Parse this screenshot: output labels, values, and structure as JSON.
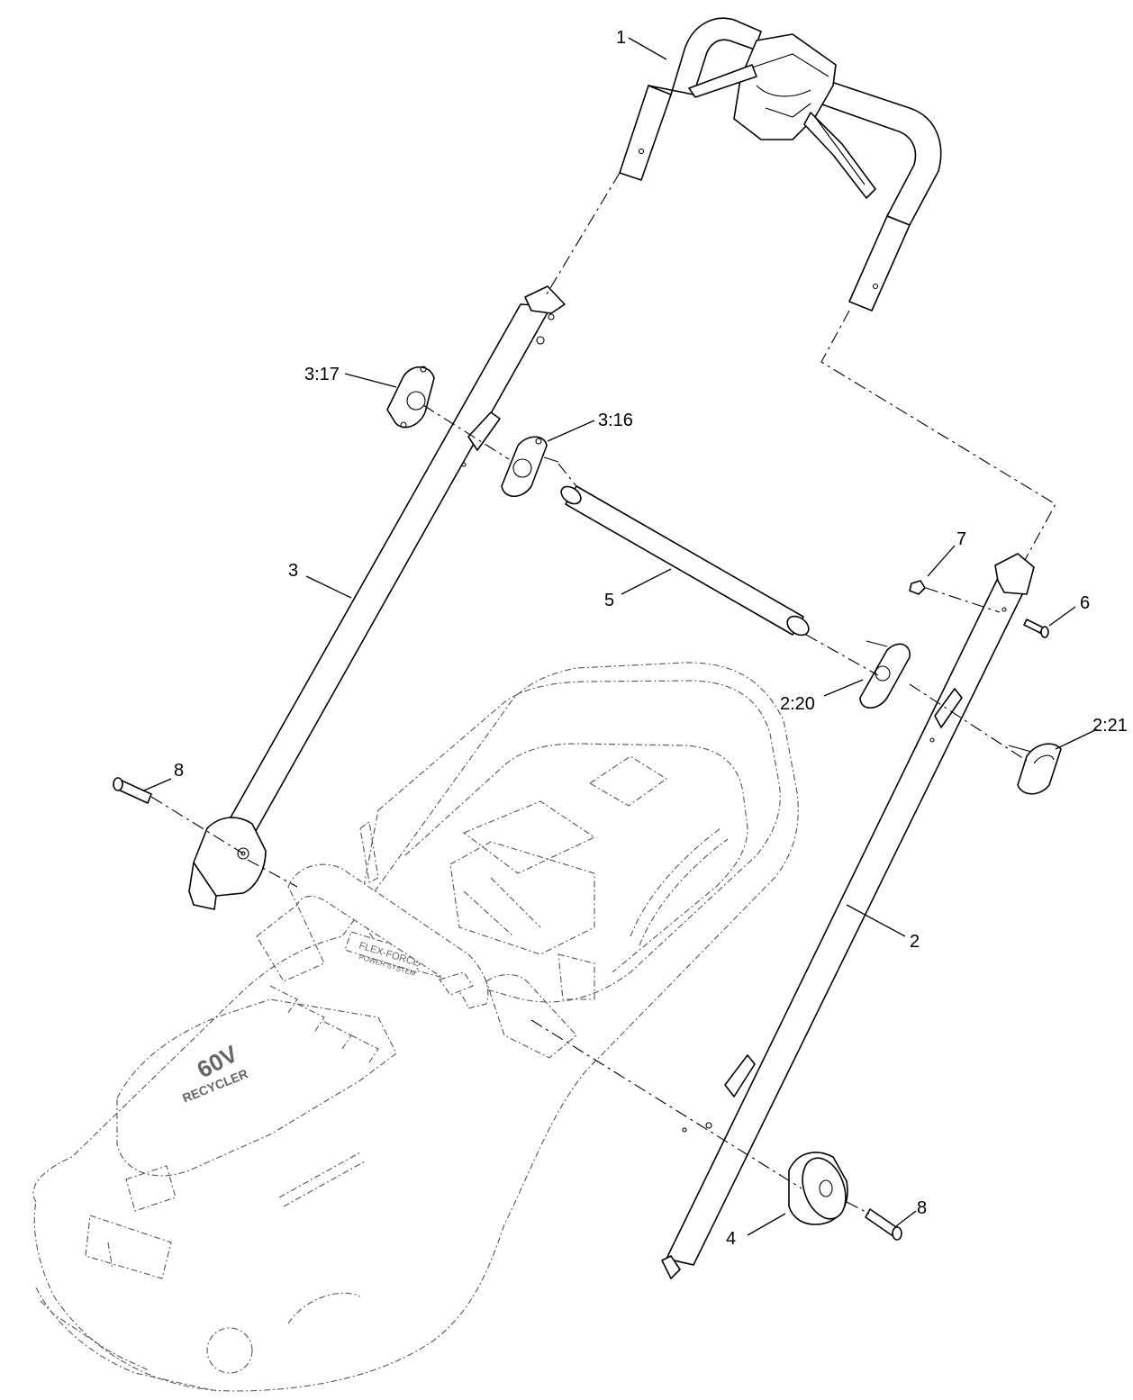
{
  "callouts": {
    "c1": "1",
    "c2": "2",
    "c3": "3",
    "c3_17": "3:17",
    "c3_16": "3:16",
    "c5": "5",
    "c7": "7",
    "c6": "6",
    "c2_20": "2:20",
    "c2_21": "2:21",
    "c8_left": "8",
    "c8_right": "8",
    "c4": "4"
  },
  "deck_markings": {
    "voltage": "60V",
    "brand": "RECYCLER",
    "system": "FLEX-FORCE",
    "system_sub": "POWER SYSTEM"
  }
}
